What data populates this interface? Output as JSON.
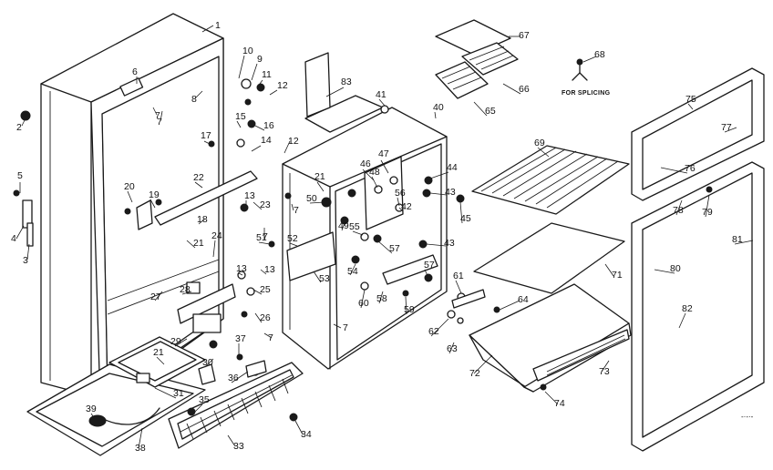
{
  "note": "FOR SPLICING",
  "bottom_mark": "-·-·-",
  "part_numbers": [
    "1",
    "2",
    "3",
    "4",
    "5",
    "6",
    "7",
    "7",
    "7",
    "7",
    "7",
    "7",
    "8",
    "9",
    "10",
    "11",
    "12",
    "12",
    "13",
    "13",
    "13",
    "14",
    "15",
    "16",
    "17",
    "18",
    "19",
    "20",
    "21",
    "21",
    "21",
    "22",
    "23",
    "24",
    "25",
    "26",
    "27",
    "28",
    "29",
    "30",
    "31",
    "33",
    "34",
    "35",
    "36",
    "37",
    "38",
    "39",
    "40",
    "41",
    "42",
    "43",
    "43",
    "44",
    "45",
    "46",
    "47",
    "48",
    "49",
    "50",
    "51",
    "52",
    "53",
    "54",
    "55",
    "56",
    "57",
    "57",
    "58",
    "59",
    "60",
    "61",
    "62",
    "63",
    "64",
    "65",
    "66",
    "67",
    "68",
    "69",
    "71",
    "72",
    "73",
    "74",
    "75",
    "76",
    "77",
    "78",
    "79",
    "80",
    "81",
    "82",
    "83"
  ]
}
